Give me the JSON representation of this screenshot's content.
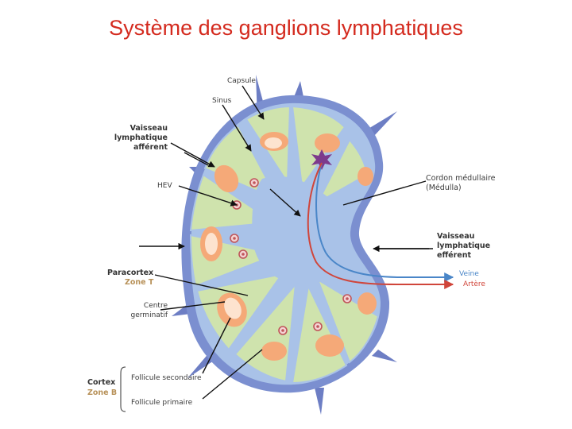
{
  "title": "Système des ganglions lymphatiques",
  "labels": {
    "capsule": "Capsule",
    "sinus": "Sinus",
    "vaisseau_afferent": [
      "Vaisseau",
      "lymphatique",
      "afférent"
    ],
    "hev": "HEV",
    "cordon": [
      "Cordon médullaire",
      "(Médulla)"
    ],
    "vaisseau_efferent": [
      "Vaisseau",
      "lymphatique",
      "efférent"
    ],
    "veine": "Veine",
    "artere": "Artère",
    "paracortex": "Paracortex",
    "zone_t": "Zone T",
    "centre_germinatif": [
      "Centre",
      "germinatif"
    ],
    "cortex": "Cortex",
    "zone_b": "Zone B",
    "follicule_secondaire": "Follicule secondaire",
    "follicule_primaire": "Follicule primaire"
  },
  "colors": {
    "title": "#d42a1e",
    "capsule": "#7b8fd0",
    "sinus": "#a9c2e8",
    "cortex": "#cfe3ad",
    "follicle": "#f5a978",
    "vein": "#4a86c8",
    "artery": "#d0453a"
  }
}
